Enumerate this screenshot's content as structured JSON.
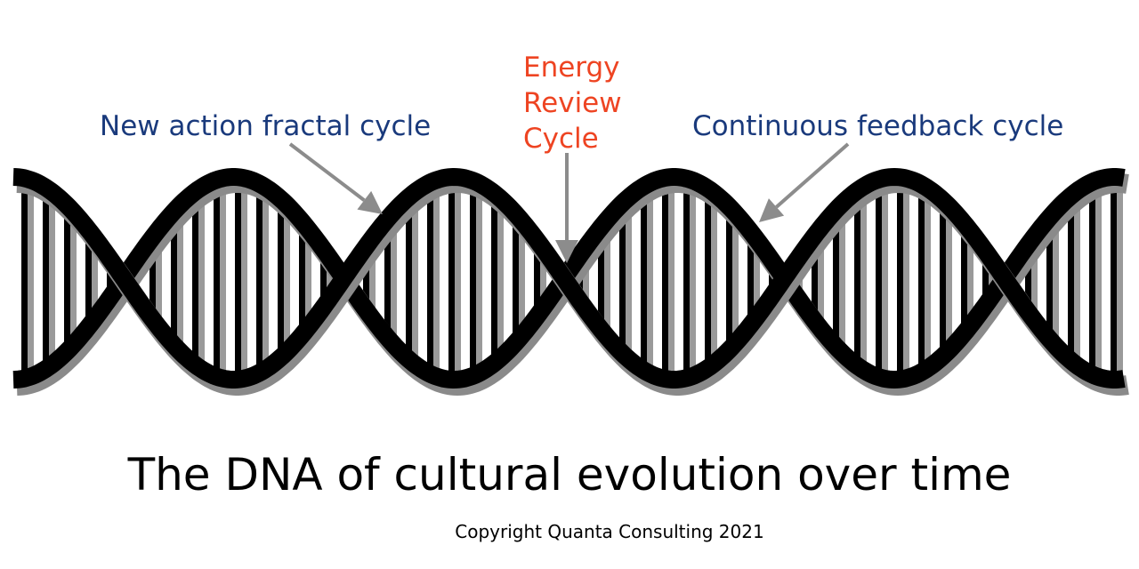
{
  "labels": {
    "left": "New action fractal cycle",
    "center_line1": "Energy",
    "center_line2": "Review",
    "center_line3": "Cycle",
    "right": "Continuous feedback cycle"
  },
  "title": "The DNA of cultural evolution over time",
  "copyright": "Copyright Quanta Consulting 2021",
  "colors": {
    "strand": "#000000",
    "strand_shadow": "#8a8a8a",
    "rung": "#000000",
    "rung_shadow": "#9a9a9a",
    "arrow": "#8c8c8c",
    "blue_text": "#1a3a7c",
    "red_text": "#ee4422"
  },
  "icons": [
    "double-helix",
    "arrow-left-label",
    "arrow-center-label",
    "arrow-right-label"
  ]
}
